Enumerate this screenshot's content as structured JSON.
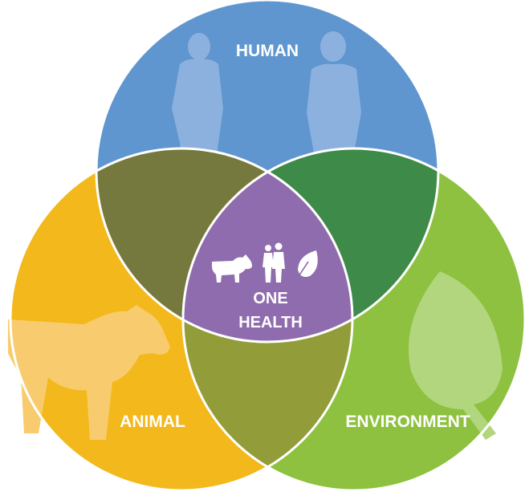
{
  "diagram": {
    "labels": {
      "human": "HUMAN",
      "animal": "ANIMAL",
      "environment": "ENVIRONMENT",
      "center_line1": "ONE",
      "center_line2": "HEALTH"
    },
    "colors": {
      "human": "#5f96cf",
      "animal": "#f3b81c",
      "environment": "#8dc13f",
      "human_animal_overlap": "#76793e",
      "human_environment_overlap": "#3e8a48",
      "animal_environment_overlap": "#929d3a",
      "center": "#8f6cad",
      "silhouette_human": "#8cb1df",
      "silhouette_animal": "#f8cc6e",
      "silhouette_environment": "#b2d67e"
    },
    "icons": [
      "person-silhouette-icon",
      "person-silhouette-icon",
      "cow-silhouette-icon",
      "leaf-silhouette-icon",
      "cow-icon",
      "people-icon",
      "leaf-icon"
    ]
  }
}
